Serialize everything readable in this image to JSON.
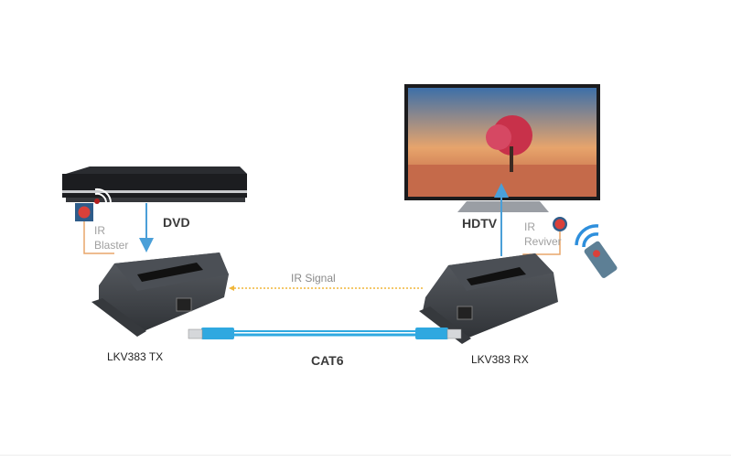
{
  "labels": {
    "dvd": "DVD",
    "hdtv": "HDTV",
    "ir_blaster_1": "IR",
    "ir_blaster_2": "Blaster",
    "ir_reviver_1": "IR",
    "ir_reviver_2": "Reviver",
    "ir_signal": "IR Signal",
    "cable": "CAT6",
    "tx": "LKV383 TX",
    "rx": "LKV383 RX"
  },
  "colors": {
    "arrow_blue": "#4a9fd8",
    "cable_blue": "#2fa8e0",
    "ir_orange": "#e8a66a",
    "signal_dotted": "#f0b63a",
    "device_dark": "#3f4247",
    "ir_dot_red": "#d9403a"
  }
}
